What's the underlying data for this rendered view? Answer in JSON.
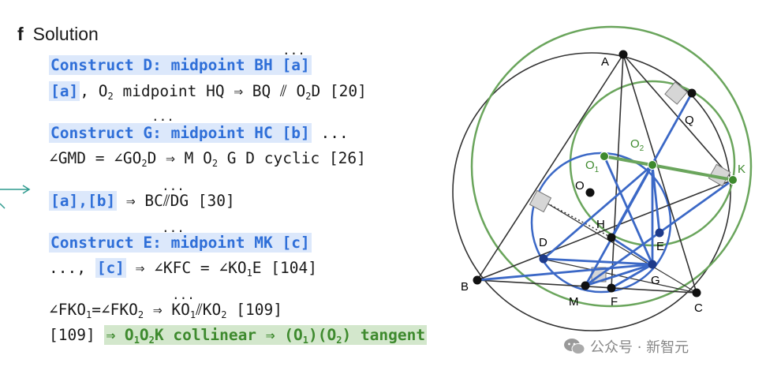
{
  "header": {
    "letter": "f",
    "title": "Solution"
  },
  "lines": {
    "l1": "Construct D: midpoint BH [a]",
    "l2a": "[a]",
    "l2b": ", O",
    "l2c": "2",
    "l2d": " midpoint HQ ⇒ BQ ⫽ O",
    "l2e": "2",
    "l2f": "D [20]",
    "l3a": "Construct G: midpoint HC [b]",
    "l3b": " ...",
    "l4a": "∠GMD = ∠GO",
    "l4b": "2",
    "l4c": "D ⇒ M O",
    "l4d": "2",
    "l4e": " G D cyclic [26]",
    "l5a": "[a],[b]",
    "l5b": " ⇒ BC⫽DG [30]",
    "l6": "Construct E: midpoint MK [c]",
    "l7a": "..., ",
    "l7b": "[c]",
    "l7c": " ⇒ ∠KFC = ∠KO",
    "l7d": "1",
    "l7e": "E [104]",
    "l8a": "∠FKO",
    "l8b": "1",
    "l8c": "=∠FKO",
    "l8d": "2",
    "l8e": " ⇒ KO",
    "l8f": "1",
    "l8g": "⫽KO",
    "l8h": "2",
    "l8i": " [109]",
    "l9a": "[109] ",
    "l9b": "⇒ O",
    "l9c": "1",
    "l9d": "O",
    "l9e": "2",
    "l9f": "K collinear ⇒ (O",
    "l9g": "1",
    "l9h": ")(O",
    "l9i": "2",
    "l9j": ") tangent"
  },
  "ellipsis": "...",
  "diagram": {
    "labels": {
      "A": "A",
      "Q": "Q",
      "O2": "O",
      "O2sub": "2",
      "O1": "O",
      "O1sub": "1",
      "K": "K",
      "O": "O",
      "H": "H",
      "D": "D",
      "E": "E",
      "G": "G",
      "B": "B",
      "M": "M",
      "F": "F",
      "C": "C"
    }
  },
  "watermark": {
    "text": "公众号 · 新智元",
    "icon": "wechat-icon"
  },
  "colors": {
    "blue": "#3b68c6",
    "green": "#6aa55c",
    "highlight_blue": "#dce8fb",
    "highlight_green": "#d3e7cc"
  }
}
